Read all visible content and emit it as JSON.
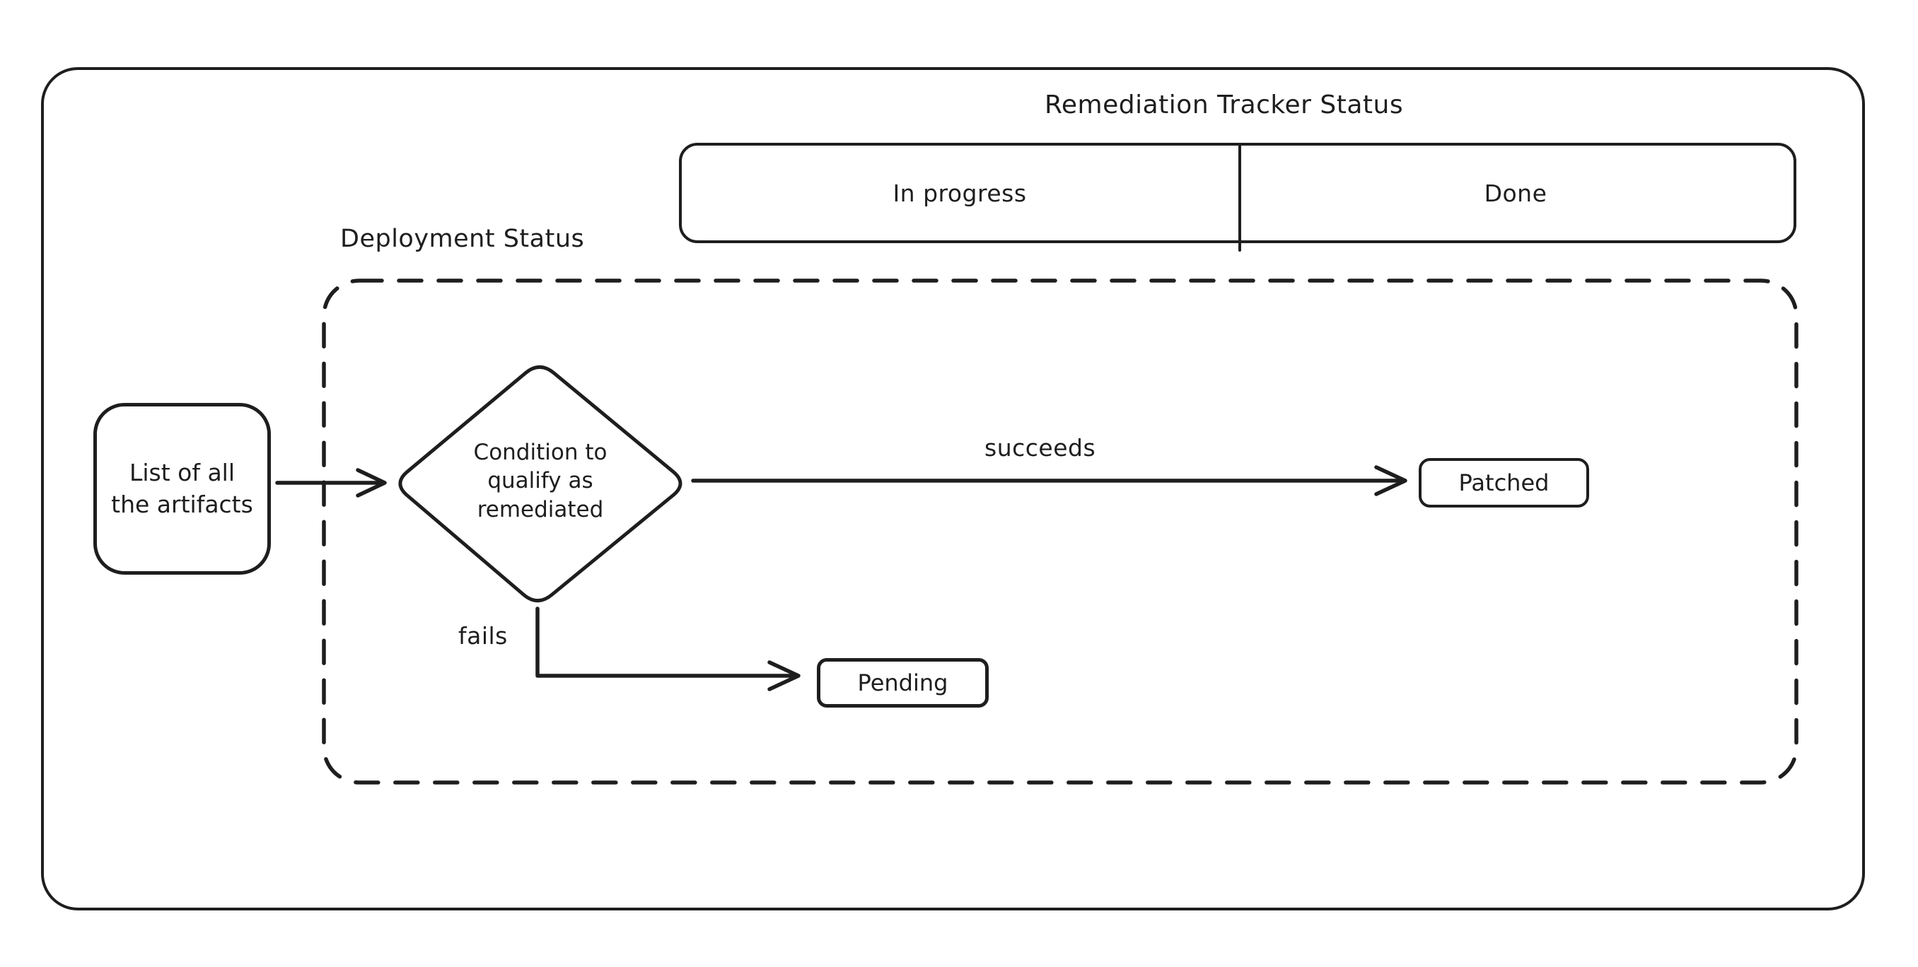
{
  "colors": {
    "stroke": "#1e1e1e",
    "background": "#ffffff"
  },
  "title": "Remediation Tracker Status",
  "tracker_bar": {
    "columns": [
      "In progress",
      "Done"
    ]
  },
  "deployment_zone": {
    "label": "Deployment Status"
  },
  "nodes": {
    "artifacts": {
      "line1": "List of all",
      "line2": "the artifacts"
    },
    "condition": {
      "line1": "Condition to",
      "line2": "qualify as",
      "line3": "remediated"
    },
    "patched": {
      "label": "Patched"
    },
    "pending": {
      "label": "Pending"
    }
  },
  "edges": {
    "succeeds": {
      "label": "succeeds"
    },
    "fails": {
      "label": "fails"
    }
  }
}
